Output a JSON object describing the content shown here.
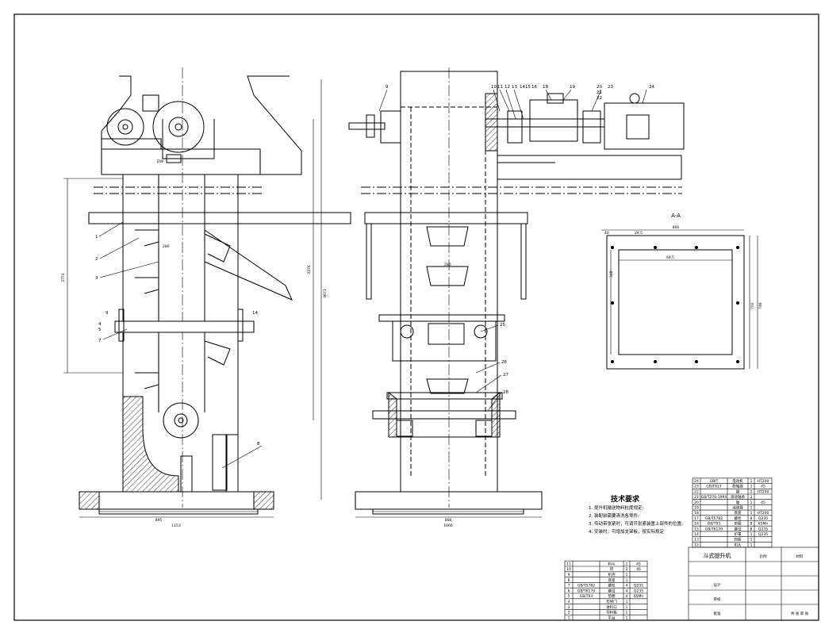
{
  "drawing": {
    "type": "mechanical-assembly-drawing"
  },
  "section_label": "A-A",
  "section_dims": {
    "overall_width": "800",
    "hole_pitch": "24.5",
    "inner_width": "64.5",
    "height_a": "700",
    "height_b": "746",
    "side": "348",
    "left_offset": "40"
  },
  "front_view_dims": {
    "width": "895",
    "base_width": "1153",
    "height_a": "3774",
    "height_b": "3376",
    "height_c": "4673",
    "bucket_pitch": "280"
  },
  "side_view_dims": {
    "width": "868",
    "base_width": "1066",
    "pitch": "280"
  },
  "front_callouts": [
    "1",
    "2",
    "3",
    "4",
    "5",
    "7",
    "8",
    "14",
    "9"
  ],
  "side_callouts": [
    "9",
    "10",
    "11",
    "12",
    "13",
    "14",
    "15",
    "16",
    "18",
    "19",
    "20",
    "21",
    "22",
    "23",
    "24",
    "25",
    "26",
    "27",
    "28"
  ],
  "motor_plate": "DW",
  "tech_requirements": {
    "title": "技术要求",
    "items": [
      "1. 提升机输送物料粒度规定;",
      "2. 装配前需要清洗各零件;",
      "3. 传动带张紧时，可调节张紧装置上部件的位置;",
      "4. 安装时，可增加支架板，按实际规定"
    ]
  },
  "title_block": {
    "drawing_title": "斗式提升机",
    "scale_label": "比例",
    "material_label": "材料",
    "sheet_label": "共 张 第 张",
    "designer_label": "设计",
    "checker_label": "审核",
    "approver_label": "批准"
  },
  "bom_right": [
    {
      "no": "24",
      "code": "GB/T",
      "name": "电动机",
      "qty": "1",
      "mat": "HT200"
    },
    {
      "no": "23",
      "code": "GB/T827",
      "name": "联轴器",
      "qty": "1",
      "mat": "45"
    },
    {
      "no": "22",
      "code": "",
      "name": "键",
      "qty": "2",
      "mat": "HT200"
    },
    {
      "no": "21",
      "code": "GB/T276-1994",
      "name": "滚动轴承",
      "qty": "2",
      "mat": ""
    },
    {
      "no": "20",
      "code": "",
      "name": "轴",
      "qty": "1",
      "mat": "45"
    },
    {
      "no": "19",
      "code": "",
      "name": "减速器",
      "qty": "1",
      "mat": ""
    },
    {
      "no": "18",
      "code": "",
      "name": "底座",
      "qty": "1",
      "mat": "HT200"
    },
    {
      "no": "17",
      "code": "GB/T5782",
      "name": "螺栓",
      "qty": "8",
      "mat": "Q235"
    },
    {
      "no": "16",
      "code": "GB/T93",
      "name": "垫圈",
      "qty": "8",
      "mat": "65Mn"
    },
    {
      "no": "15",
      "code": "GB/T6170",
      "name": "螺母",
      "qty": "8",
      "mat": "Q235"
    },
    {
      "no": "14",
      "code": "",
      "name": "护罩",
      "qty": "1",
      "mat": "Q235"
    },
    {
      "no": "13",
      "code": "",
      "name": "挡板",
      "qty": "1",
      "mat": ""
    },
    {
      "no": "12",
      "code": "",
      "name": "机头",
      "qty": "1",
      "mat": ""
    }
  ],
  "bom_left": [
    {
      "no": "11",
      "code": "",
      "name": "料斗",
      "qty": "1",
      "mat": "45"
    },
    {
      "no": "10",
      "code": "",
      "name": "带",
      "qty": "2",
      "mat": "45"
    },
    {
      "no": "9",
      "code": "",
      "name": "机壳",
      "qty": "1",
      "mat": ""
    },
    {
      "no": "8",
      "code": "",
      "name": "底座",
      "qty": "1",
      "mat": ""
    },
    {
      "no": "7",
      "code": "GB/T5782",
      "name": "螺栓",
      "qty": "4",
      "mat": "Q235"
    },
    {
      "no": "6",
      "code": "GB/T6170",
      "name": "螺母",
      "qty": "4",
      "mat": "Q235"
    },
    {
      "no": "5",
      "code": "GB/T93",
      "name": "垫圈",
      "qty": "4",
      "mat": "65Mn"
    },
    {
      "no": "4",
      "code": "",
      "name": "检修门",
      "qty": "1",
      "mat": ""
    },
    {
      "no": "3",
      "code": "",
      "name": "进料口",
      "qty": "1",
      "mat": ""
    },
    {
      "no": "2",
      "code": "",
      "name": "导料板",
      "qty": "1",
      "mat": ""
    },
    {
      "no": "1",
      "code": "",
      "name": "平台",
      "qty": "1",
      "mat": ""
    }
  ]
}
